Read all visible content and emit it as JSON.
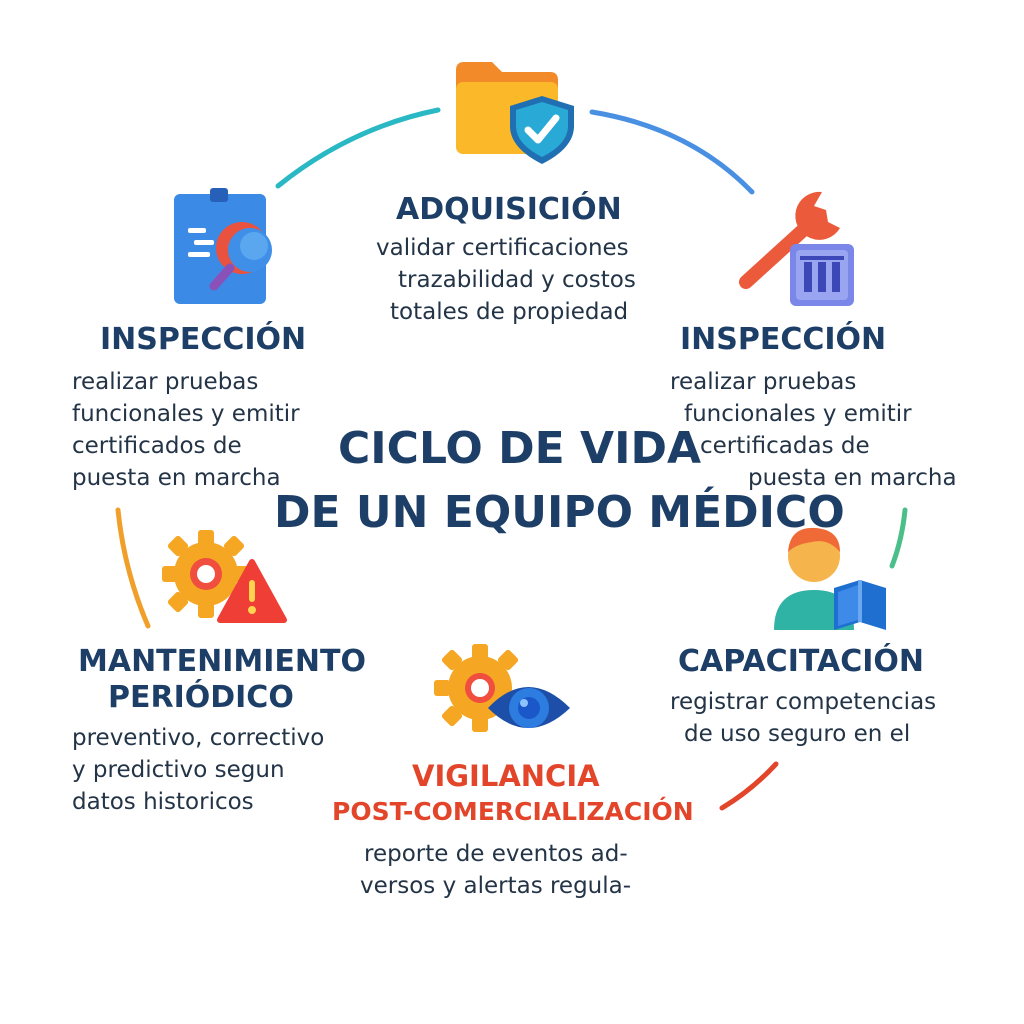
{
  "center": {
    "line1": "CICLO DE VIDA",
    "line2": "DE UN EQUIPO MÉDICO"
  },
  "nodes": {
    "adquisicion": {
      "title": "ADQUISICIÓN",
      "desc": [
        "validar certificaciones",
        "trazabilidad y costos",
        "totales de propiedad"
      ],
      "icon": "folder-shield-check-icon"
    },
    "inspeccion_left": {
      "title": "INSPECCIÓN",
      "desc": [
        "realizar pruebas",
        "funcionales y emitir",
        "certificados de",
        "puesta en marcha"
      ],
      "icon": "clipboard-magnifier-icon"
    },
    "inspeccion_right": {
      "title": "INSPECCIÓN",
      "desc": [
        "realizar pruebas",
        "funcionales y emitir",
        "certificadas de",
        "puesta en marcha"
      ],
      "icon": "wrench-chart-icon"
    },
    "mantenimiento": {
      "title_line1": "MANTENIMIENTO",
      "title_line2": "PERIÓDICO",
      "desc": [
        "preventivo, correctivo",
        "y predictivo segun",
        "datos historicos"
      ],
      "icon": "gear-warning-icon"
    },
    "capacitacion": {
      "title": "CAPACITACIÓN",
      "desc": [
        "registrar competencias",
        "de uso seguro en el"
      ],
      "icon": "person-book-icon"
    },
    "vigilancia": {
      "title_v": "V",
      "title_rest": "IGILANCIA",
      "title_line2": "POST-COMERCIALIZACIÓN",
      "desc": [
        "reporte de eventos ad-",
        "versos y alertas regula-"
      ],
      "icon": "gear-eye-icon"
    }
  },
  "colors": {
    "title": "#1d3e66",
    "accent_red": "#e2452a",
    "arc_teal": "#2ab8c4",
    "arc_blue": "#4a90e2",
    "arc_orange": "#f0a02a",
    "arc_green": "#4bbf8a",
    "arc_red": "#e2452a"
  }
}
